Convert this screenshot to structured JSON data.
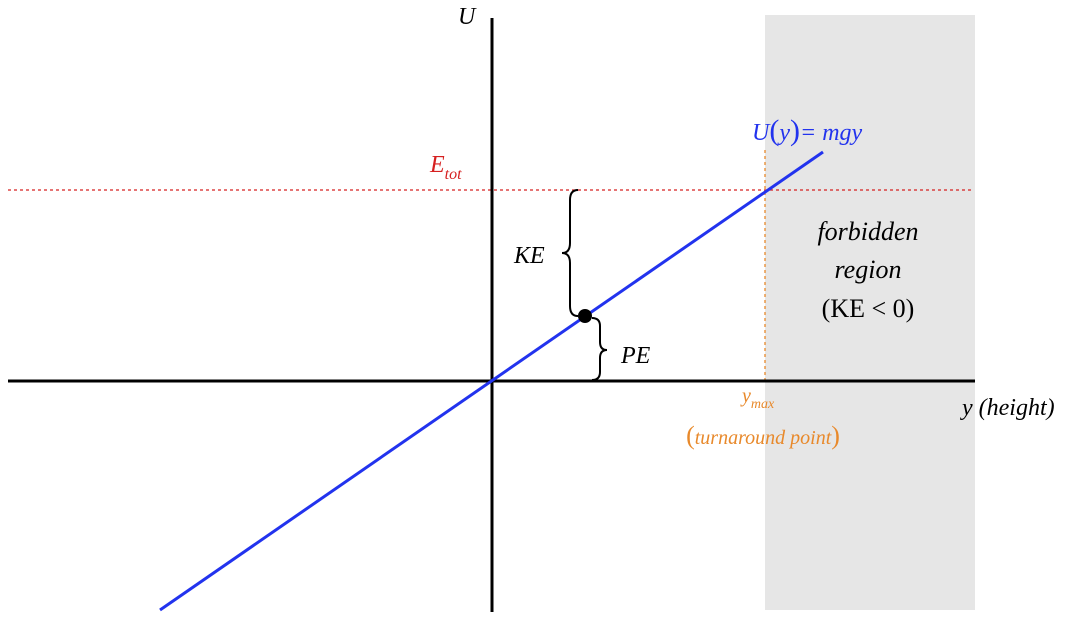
{
  "axes": {
    "y_axis_label": "U",
    "x_axis_label": "y (height)"
  },
  "energy_line": {
    "label_main": "E",
    "label_sub": "tot",
    "color": "#d62020"
  },
  "potential": {
    "label_U": "U",
    "label_y": "y",
    "label_rhs": "= mgy",
    "color": "#2233ee"
  },
  "braces": {
    "kinetic": "KE",
    "potential": "PE"
  },
  "forbidden": {
    "line1": "forbidden",
    "line2": "region",
    "line3": "(KE < 0)",
    "fill": "#e6e6e6"
  },
  "turnaround": {
    "label_main": "y",
    "label_sub": "max",
    "caption": "turnaround point",
    "color": "#e8892b"
  }
}
